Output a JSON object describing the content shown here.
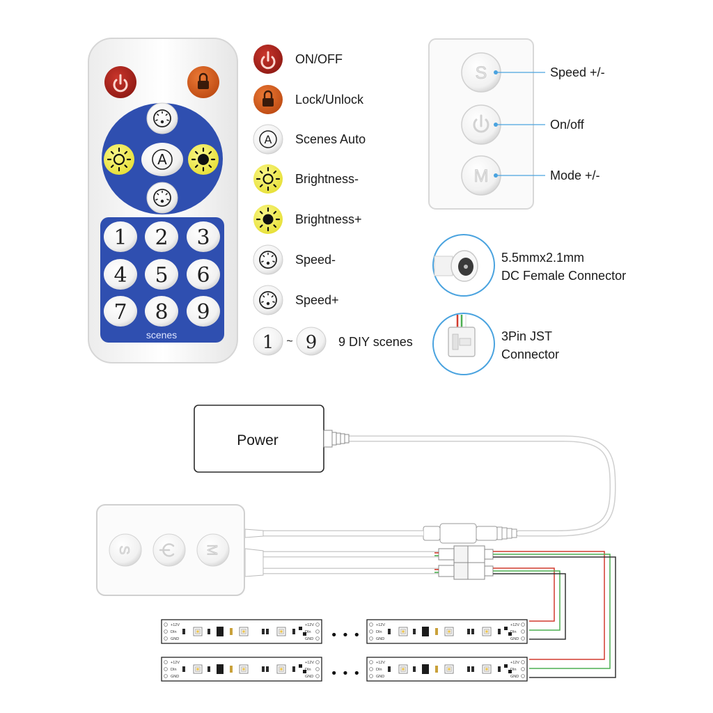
{
  "remote": {
    "keypad_numbers": [
      "1",
      "2",
      "3",
      "4",
      "5",
      "6",
      "7",
      "8",
      "9"
    ],
    "keypad_caption": "scenes"
  },
  "legend": {
    "items": [
      {
        "icon": "power-icon",
        "label": "ON/OFF"
      },
      {
        "icon": "lock-icon",
        "label": "Lock/Unlock"
      },
      {
        "icon": "auto-scene-icon",
        "label": "Scenes Auto"
      },
      {
        "icon": "brightness-down-icon",
        "label": "Brightness-"
      },
      {
        "icon": "brightness-up-icon",
        "label": "Brightness+"
      },
      {
        "icon": "speed-down-icon",
        "label": "Speed-"
      },
      {
        "icon": "speed-up-icon",
        "label": "Speed+"
      }
    ],
    "diy": {
      "from": "1",
      "sep": "~",
      "to": "9",
      "label": "9 DIY scenes"
    }
  },
  "controller": {
    "buttons": [
      {
        "letter": "S",
        "label": "Speed +/-"
      },
      {
        "letter": "",
        "label": "On/off"
      },
      {
        "letter": "M",
        "label": "Mode +/-"
      }
    ]
  },
  "connectors": {
    "dc": {
      "line1": "5.5mmx2.1mm",
      "line2": "DC Female Connector"
    },
    "jst": {
      "line1": "3Pin JST",
      "line2": "Connector"
    }
  },
  "wiring": {
    "power_label": "Power",
    "ellipsis": "• • •",
    "strip_pads": [
      "+12V",
      "DIn",
      "GND"
    ]
  },
  "colors": {
    "remote_blue": "#2f4fb0",
    "power_red": "#a8211b",
    "lock_orange": "#d4581a",
    "bright_yellow": "#f2ee4e",
    "callout_blue": "#4aa3df",
    "wire_red": "#d23a2e",
    "wire_green": "#4caf50"
  }
}
